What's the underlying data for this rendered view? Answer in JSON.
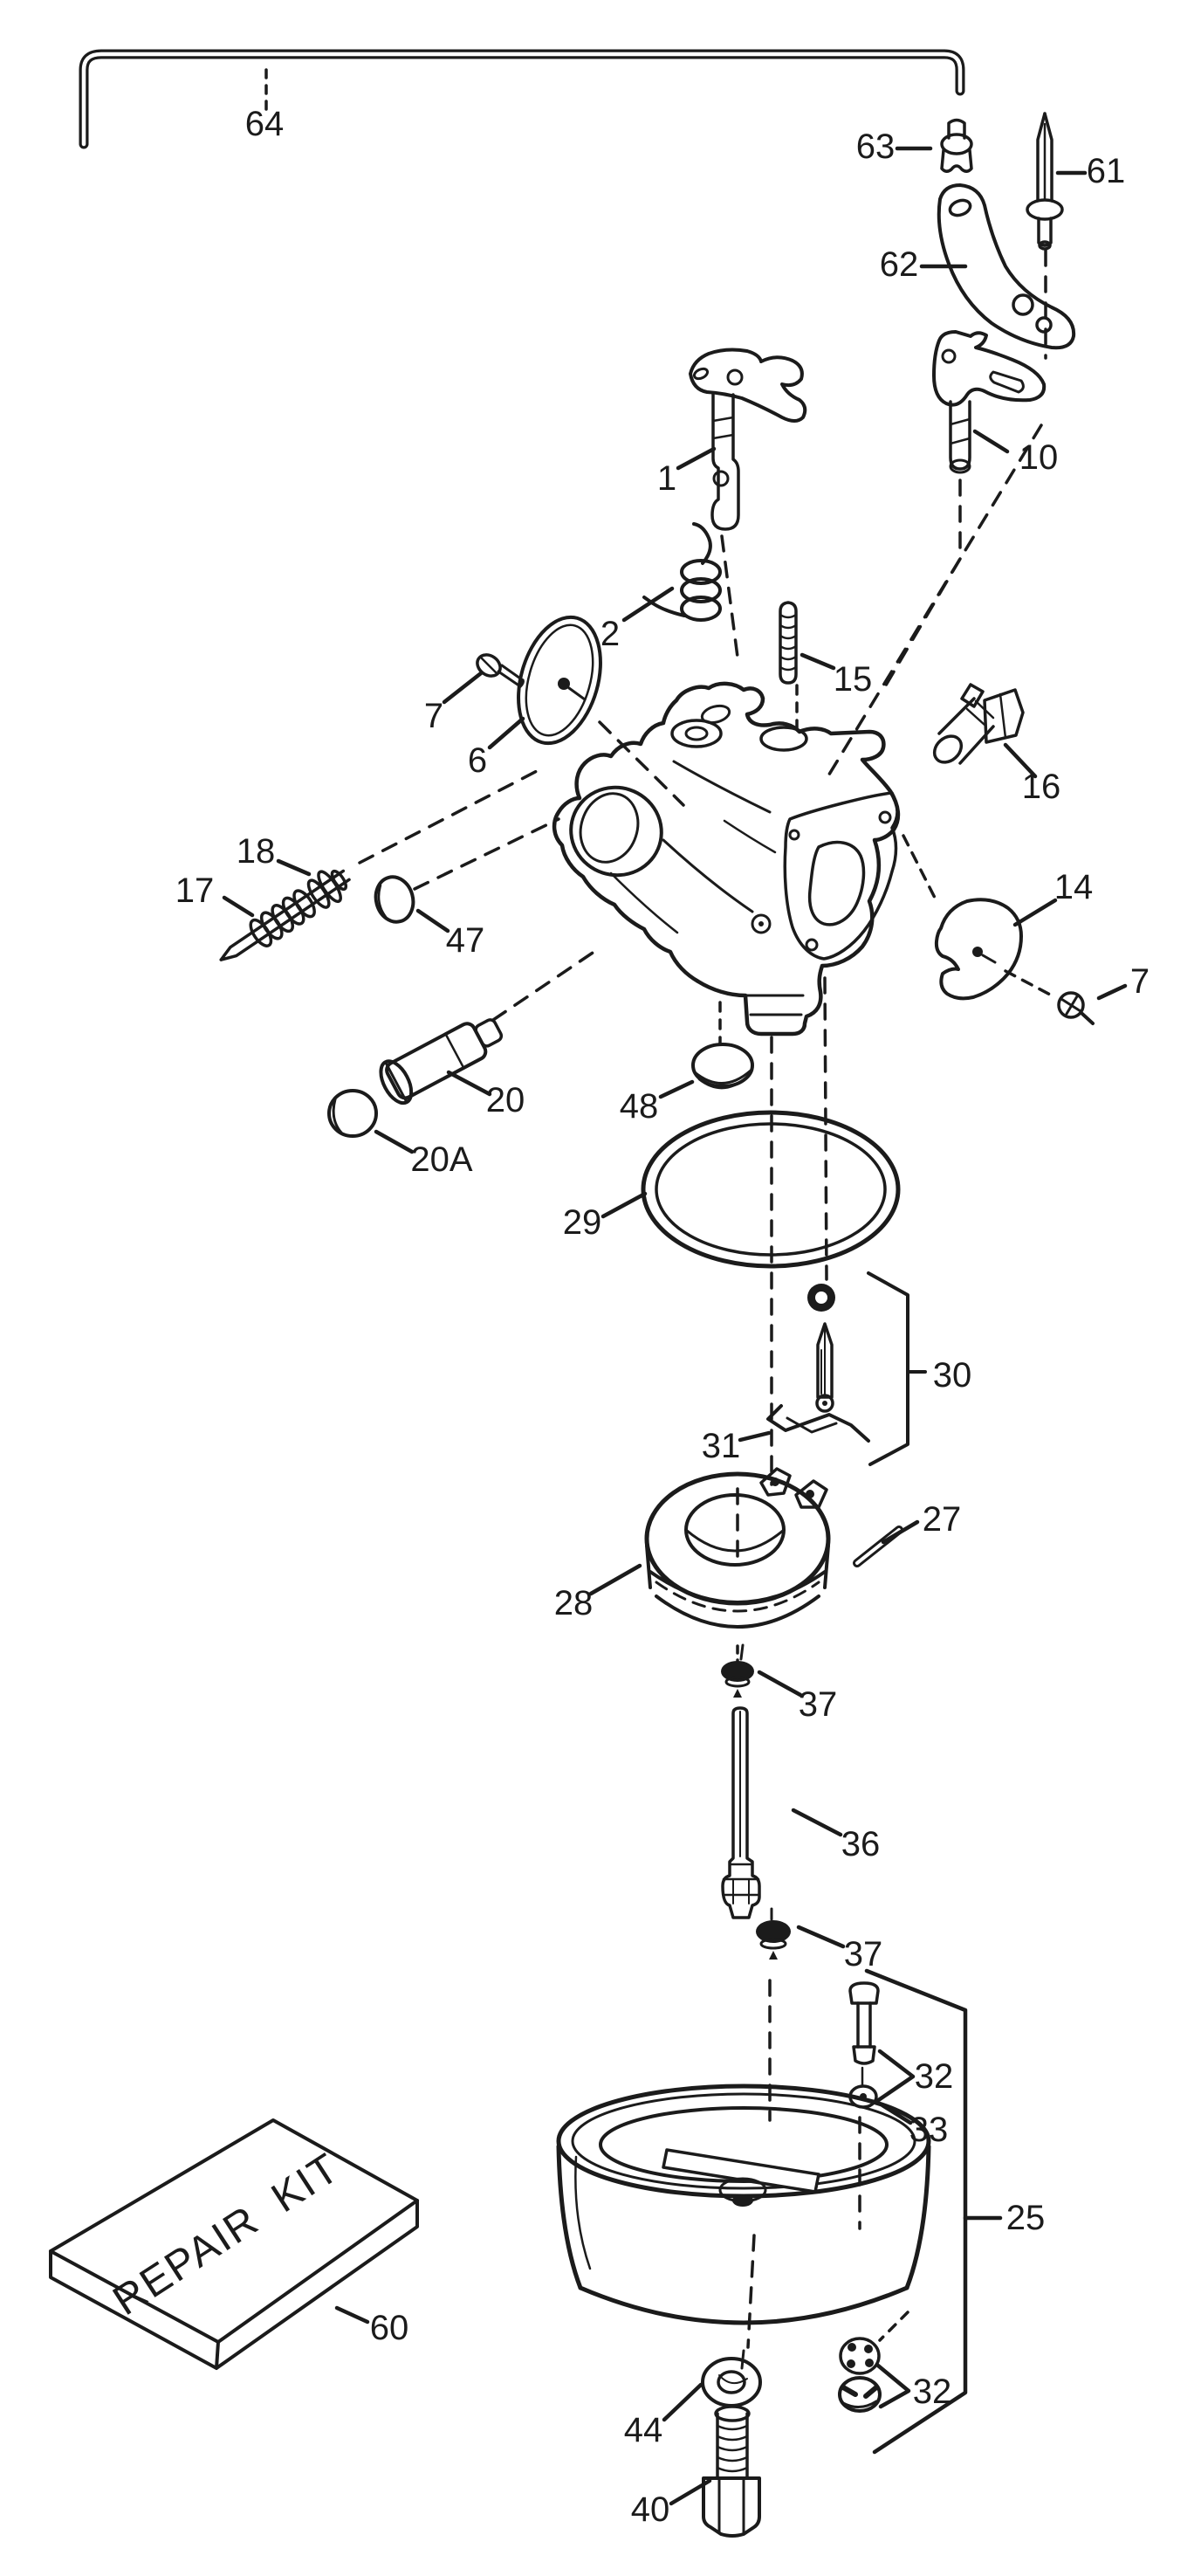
{
  "diagram_type": "exploded-parts-diagram",
  "subject": "carburetor",
  "colors": {
    "ink": "#1b1b1b",
    "background": "#ffffff"
  },
  "box": {
    "label": "REPAIR KIT"
  },
  "callouts": {
    "n64": "64",
    "n63": "63",
    "n61": "61",
    "n62": "62",
    "n10": "10",
    "n1": "1",
    "n2": "2",
    "n15": "15",
    "n7_left": "7",
    "n6": "6",
    "n16": "16",
    "n18": "18",
    "n17": "17",
    "n47": "47",
    "n14": "14",
    "n7_right": "7",
    "n20": "20",
    "n48": "48",
    "n20a": "20A",
    "n29": "29",
    "n30": "30",
    "n31": "31",
    "n27": "27",
    "n28": "28",
    "n37_upper": "37",
    "n36": "36",
    "n37_lower": "37",
    "n32_upper": "32",
    "n33": "33",
    "n25": "25",
    "n32_lower": "32",
    "n44": "44",
    "n40": "40",
    "n60": "60"
  }
}
